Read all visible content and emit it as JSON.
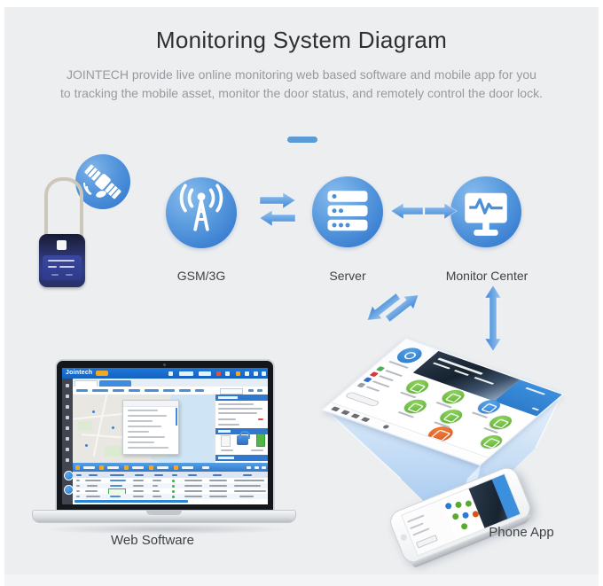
{
  "header": {
    "title": "Monitoring System Diagram",
    "description": "JOINTECH provide live online monitoring web based software and mobile app for you to tracking the mobile asset,  monitor the door status, and remotely control the door lock."
  },
  "nodes": {
    "gsm": "GSM/3G",
    "server": "Server",
    "monitor_center": "Monitor Center"
  },
  "footer_labels": {
    "web_software": "Web Software",
    "phone_app": "Phone App"
  },
  "web_ui": {
    "brand": "Jointech"
  },
  "icons": [
    "satellite-icon",
    "gps-padlock-device",
    "antenna-icon",
    "server-icon",
    "monitor-pulse-icon",
    "data-flow-arrows"
  ],
  "colors": {
    "background_panel": "#eceef0",
    "accent_blue": "#3e86d6",
    "divider_blue": "#5b9bd5",
    "node_gradient_top": "#88bbec",
    "app_green": "#59ab2f",
    "app_orange": "#d8551a",
    "webui_header_blue": "#1d78d8",
    "battery_green": "#51b54a"
  }
}
